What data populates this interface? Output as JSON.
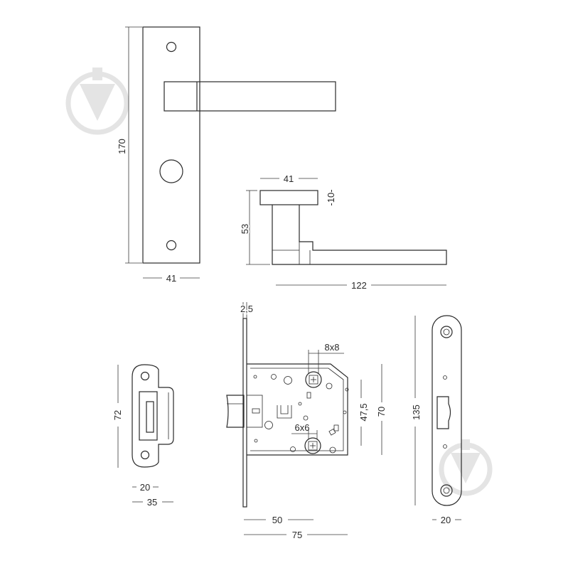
{
  "dimensions": {
    "plate_height": "170",
    "plate_width": "41",
    "rose_width": "41",
    "rose_thickness": "-10-",
    "handle_projection": "53",
    "handle_length": "122",
    "faceplate_thickness": "2,5",
    "spindle_square": "8x8",
    "key_square": "6x6",
    "center_distance": "47,5",
    "lock_body_height": "70",
    "faceplate_length": "135",
    "backset": "50",
    "body_depth": "75",
    "faceplate_width": "20",
    "strike_height": "72",
    "strike_width_inner": "20",
    "strike_width_outer": "35",
    "strike_face_width": "20"
  },
  "colors": {
    "line": "#2a2a2a",
    "watermark": "#e4e4e4"
  },
  "icons": [
    "watermark-logo-icon"
  ]
}
